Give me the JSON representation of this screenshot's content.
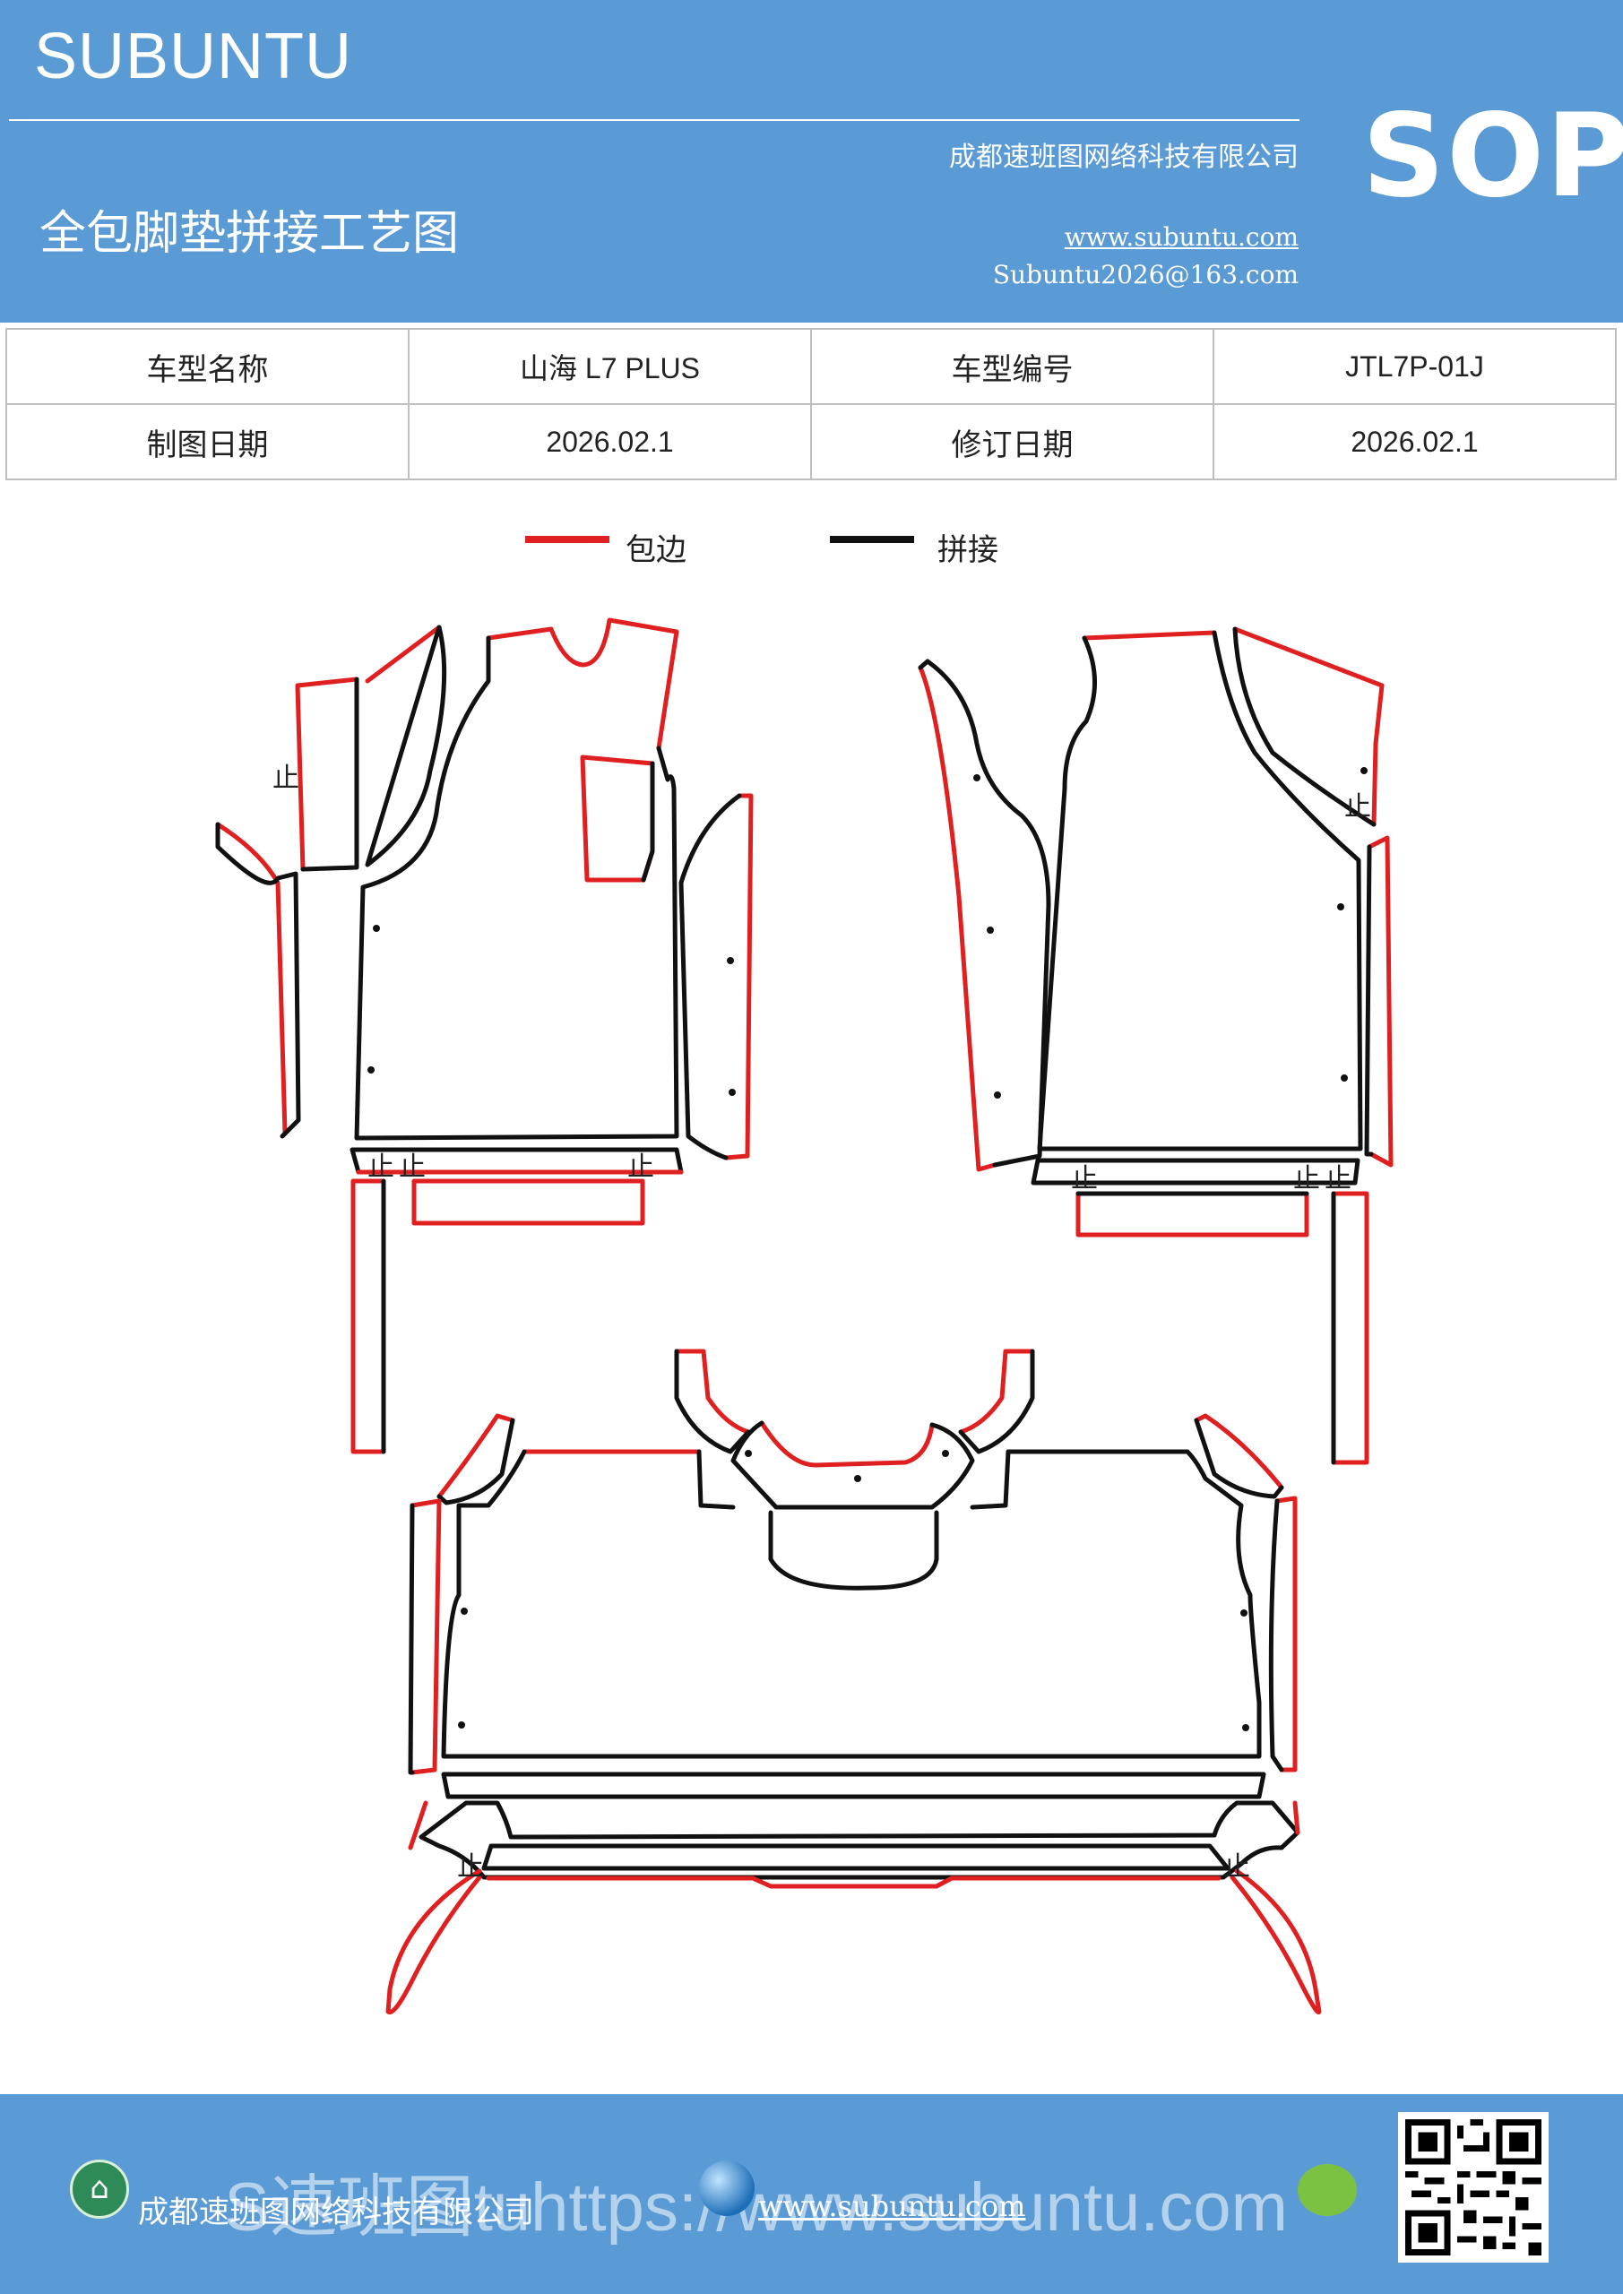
{
  "header": {
    "brand": "SUBUNTU",
    "badge": "SOP",
    "company": "成都速班图网络科技有限公司",
    "title": "全包脚垫拼接工艺图",
    "website": "www.subuntu.com",
    "email": "Subuntu2026@163.com"
  },
  "info_table": {
    "model_name_label": "车型名称",
    "model_name_value": "山海 L7  PLUS",
    "model_code_label": "车型编号",
    "model_code_value": "JTL7P-01J",
    "draw_date_label": "制图日期",
    "draw_date_value": "2026.02.1",
    "revision_date_label": "修订日期",
    "revision_date_value": "2026.02.1"
  },
  "legend": {
    "edge": {
      "label": "包边",
      "color": "#e02020"
    },
    "seam": {
      "label": "拼接",
      "color": "#111111"
    }
  },
  "diagram": {
    "marker": "止"
  },
  "footer": {
    "company": "成都速班图网络科技有限公司",
    "watermark": "S速班图tuhttps://www.subuntu.com",
    "website": "www.subuntu.com"
  },
  "colors": {
    "header_bg": "#5b9bd5",
    "edge_red": "#e02020",
    "seam_black": "#111111"
  }
}
